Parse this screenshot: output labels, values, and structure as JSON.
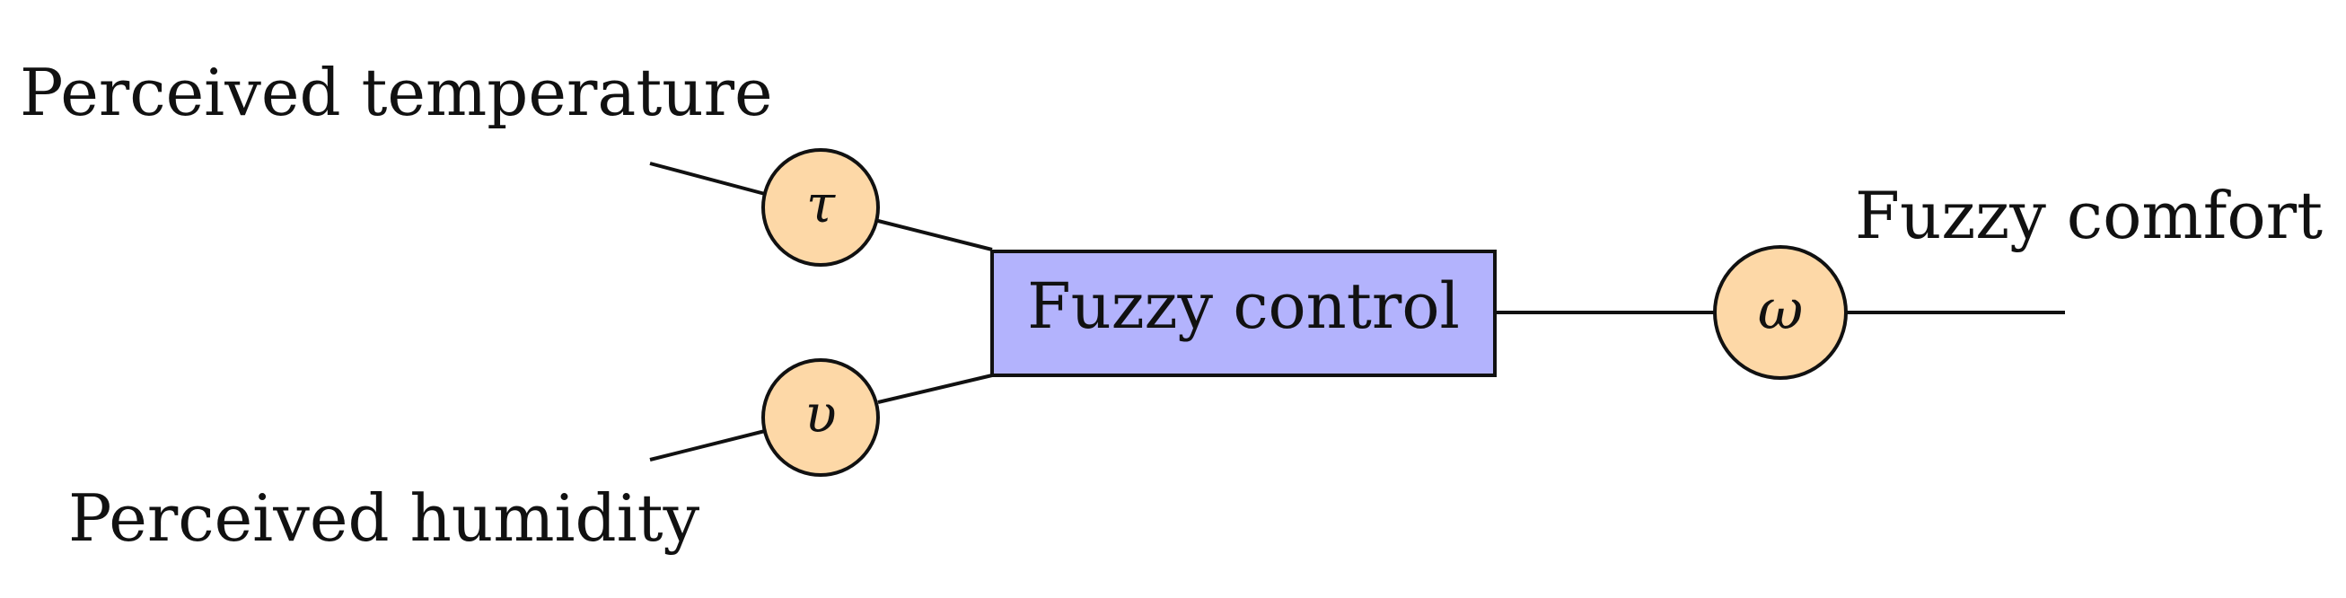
{
  "colors": {
    "node_fill": "#fdd8a7",
    "block_fill": "#b3b3fd",
    "stroke": "#111111"
  },
  "inputs": [
    {
      "label": "Perceived temperature",
      "symbol": "τ"
    },
    {
      "label": "Perceived humidity",
      "symbol": "υ"
    }
  ],
  "controller": {
    "label": "Fuzzy control"
  },
  "output": {
    "label": "Fuzzy comfort",
    "symbol": "ω"
  }
}
